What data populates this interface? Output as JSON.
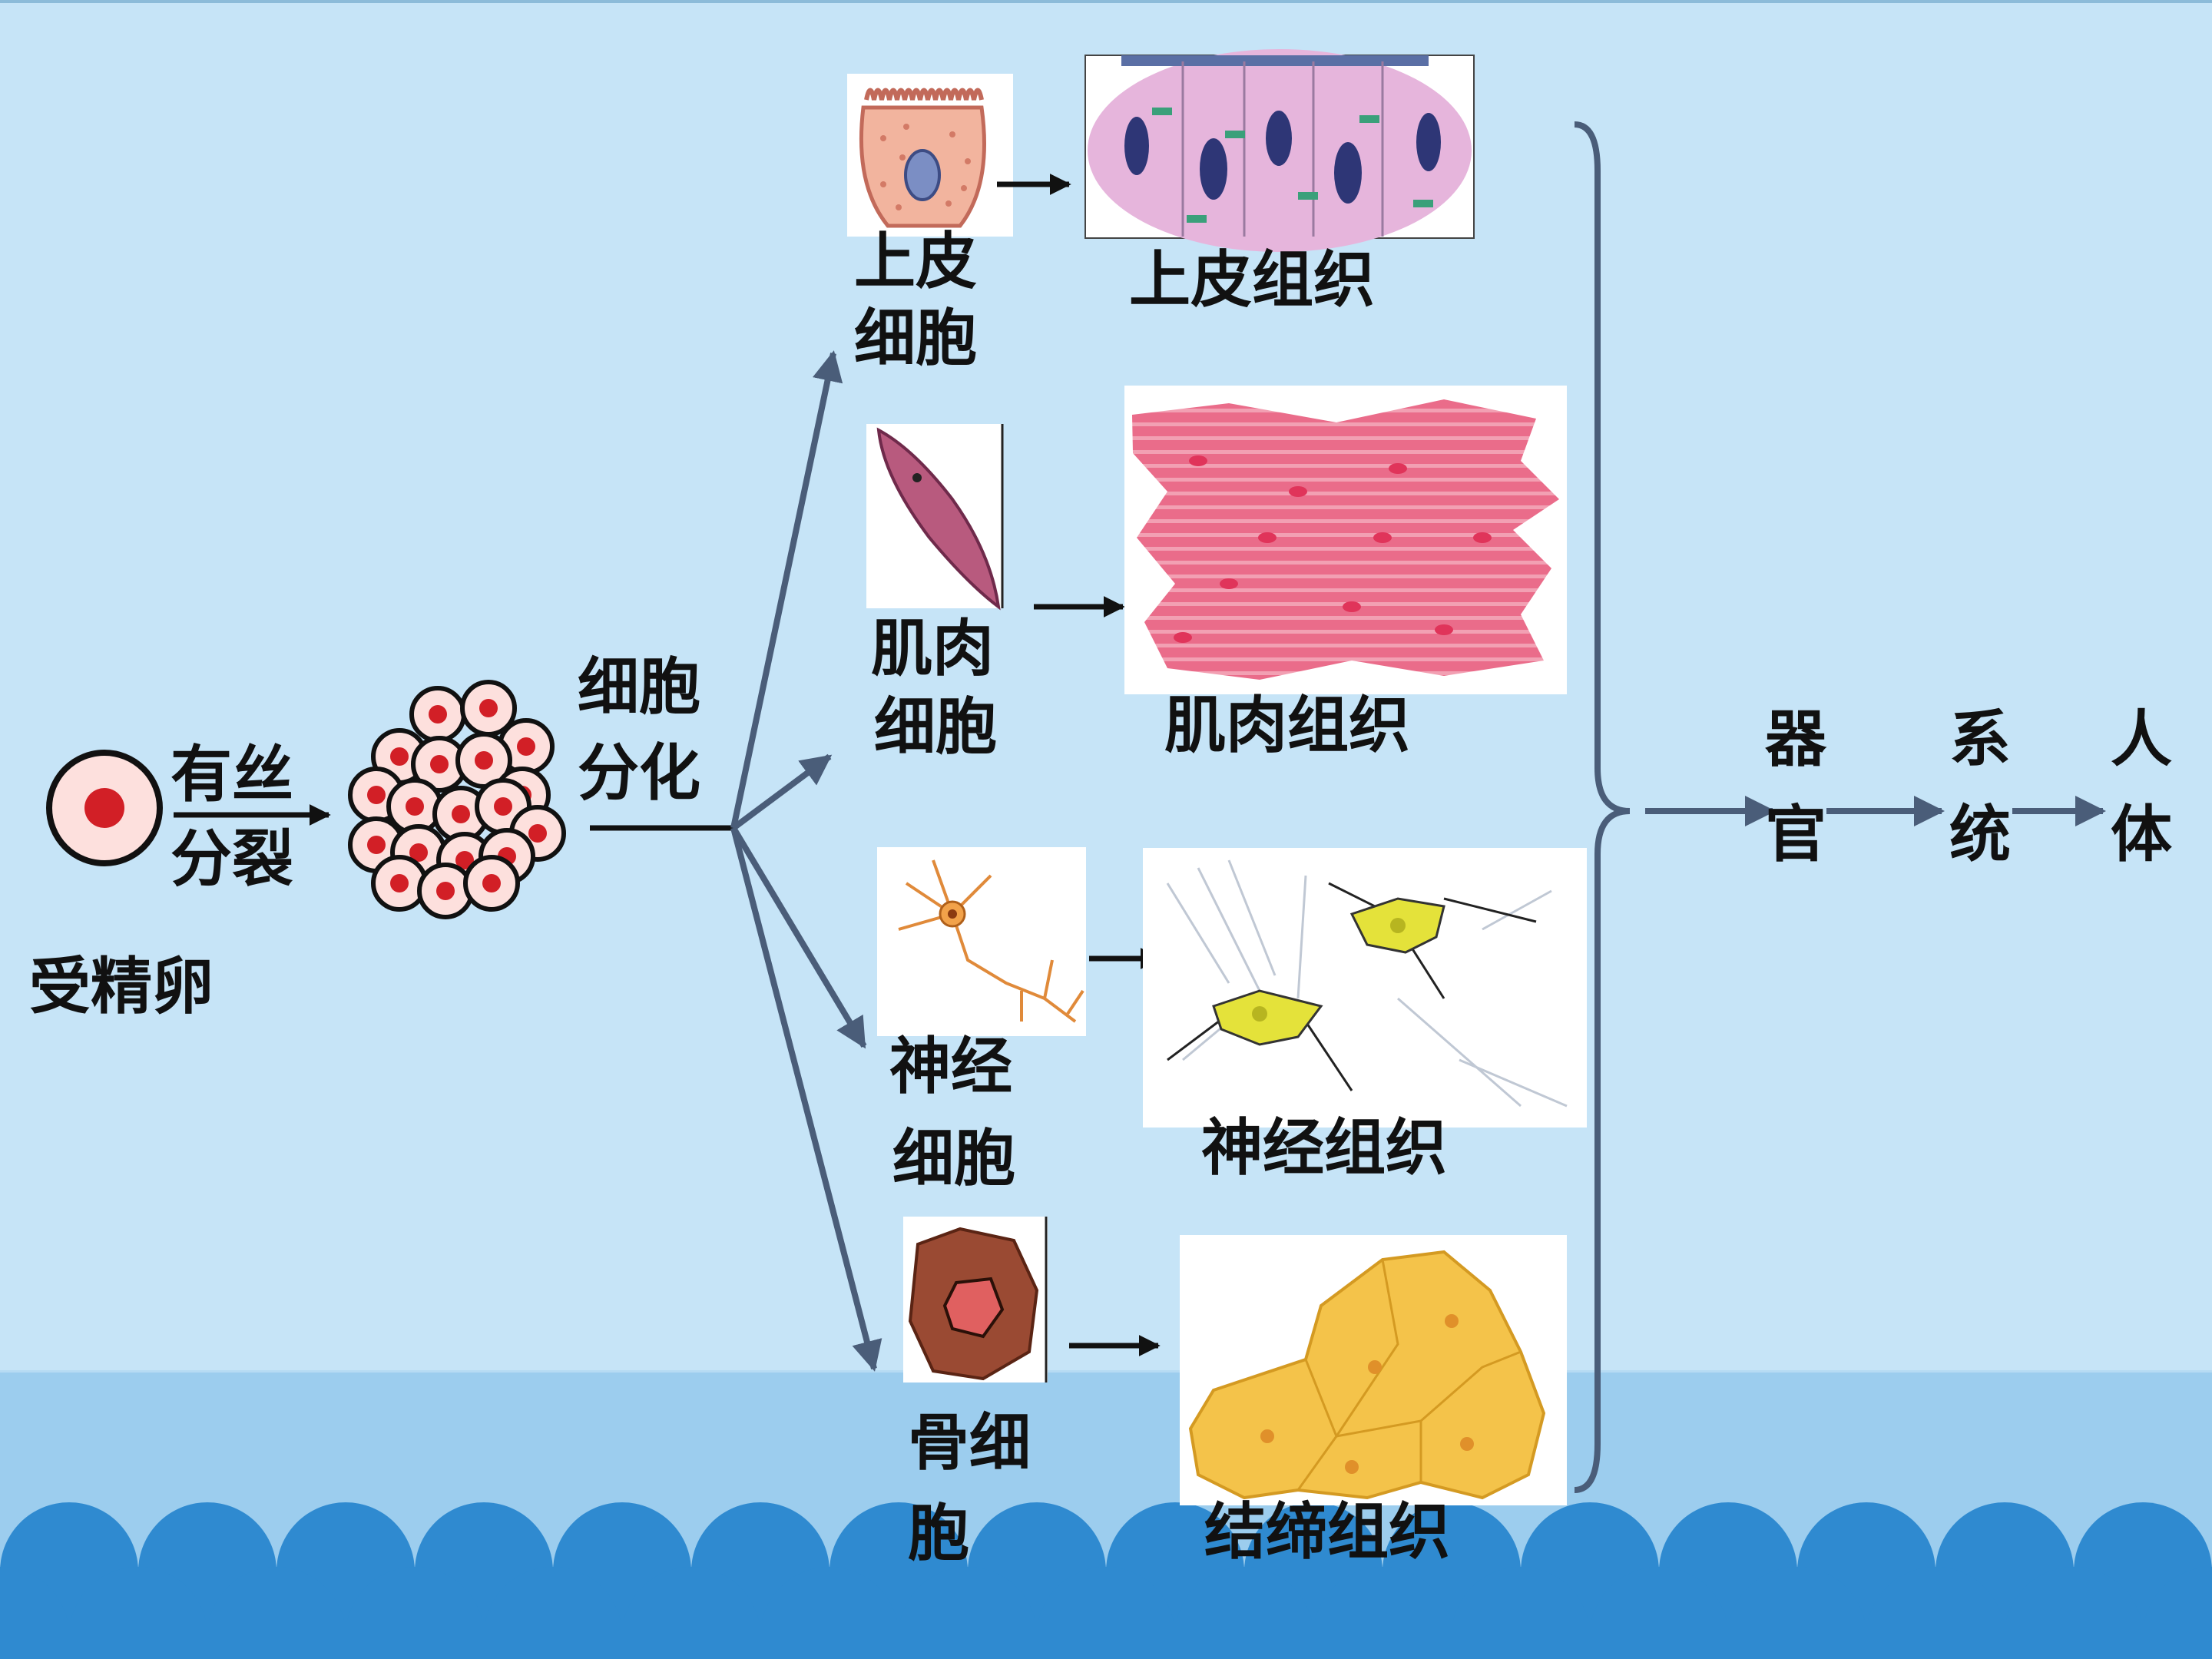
{
  "zygote_label": "受精卵",
  "mitosis_label": [
    "有丝",
    "分裂"
  ],
  "differentiation_label": [
    "细胞",
    "分化"
  ],
  "cells": [
    {
      "cell_label": [
        "上皮",
        "细胞"
      ],
      "tissue_label": "上皮组织"
    },
    {
      "cell_label": [
        "肌肉",
        "细胞"
      ],
      "tissue_label": "肌肉组织"
    },
    {
      "cell_label": [
        "神经",
        "细胞"
      ],
      "tissue_label": "神经组织"
    },
    {
      "cell_label": [
        "骨细",
        "胞"
      ],
      "tissue_label": "结缔组织"
    }
  ],
  "hierarchy": [
    {
      "label": [
        "器",
        "官"
      ]
    },
    {
      "label": [
        "系",
        "统"
      ]
    },
    {
      "label": [
        "人",
        "体"
      ]
    }
  ],
  "colors": {
    "background": "#c6e4f7",
    "sea": "#9ccdee",
    "wave": "#2f8ad0",
    "arrow": "#4a5d79"
  }
}
